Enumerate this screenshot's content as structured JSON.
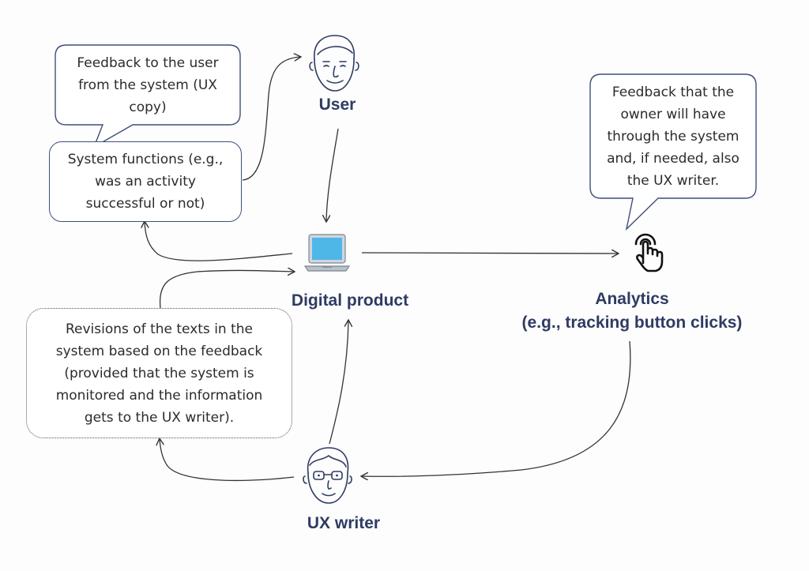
{
  "nodes": {
    "user": {
      "label": "User"
    },
    "digital_product": {
      "label": "Digital product"
    },
    "analytics": {
      "line1": "Analytics",
      "line2": "(e.g., tracking button clicks)"
    },
    "ux_writer": {
      "label": "UX writer"
    }
  },
  "boxes": {
    "feedback_to_user": "Feedback to the user from the system (UX copy)",
    "system_functions": "System functions (e.g., was an activity successful or not)",
    "feedback_owner": "Feedback that the owner will have through the system and, if needed, also the UX writer.",
    "revisions": "Revisions of the texts in the system based on the feedback (provided that the system is monitored and the information gets to the UX writer)."
  },
  "icons": {
    "user": "face-icon",
    "digital_product": "laptop-icon",
    "analytics": "pointer-click-icon",
    "ux_writer": "face-with-glasses-icon"
  },
  "colors": {
    "label": "#2e3b63",
    "box_border": "#3f4f7a",
    "arrow": "#333333",
    "laptop_screen": "#4fb6e8"
  }
}
